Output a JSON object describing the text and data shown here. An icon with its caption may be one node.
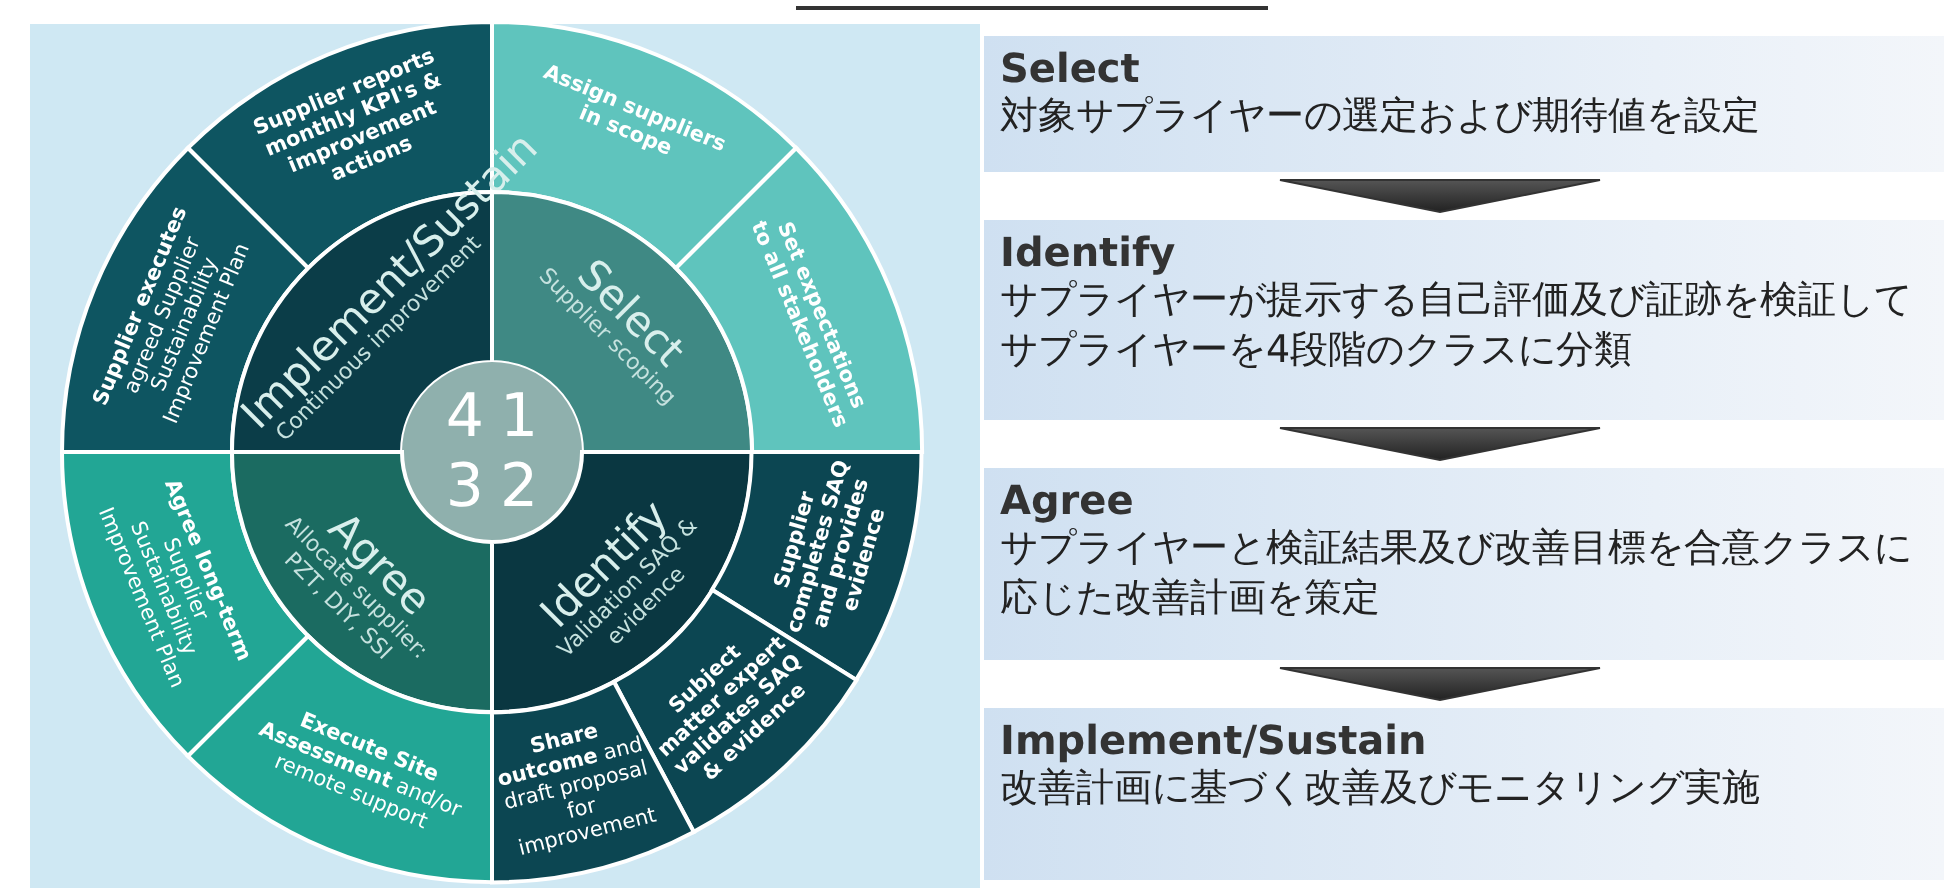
{
  "diagram": {
    "nodes": [
      {
        "text": [
          "Supplier reports monthly KPI's & improvement actions"
        ]
      },
      {
        "text": [
          "Assign suppliers in scope"
        ]
      },
      {
        "text": [
          "**Supplier executes** agreed Supplier Sustainability Improvement Plan"
        ]
      },
      {
        "text": [
          "Implement/Sustain",
          "Continuous improvement"
        ]
      },
      {
        "text": [
          "Select",
          "Supplier scoping"
        ]
      },
      {
        "text": [
          "Set expectations to all stakeholders"
        ]
      },
      {
        "text": [
          "4",
          "1",
          "3",
          "2"
        ]
      },
      {
        "text": [
          "**Agree long-term** Supplier Sustainability Improvement Plan"
        ]
      },
      {
        "text": [
          "Agree",
          "Allocate supplier: PZT, DIY, SSI"
        ]
      },
      {
        "text": [
          "Identify",
          "Validation SAQ & evidence"
        ]
      },
      {
        "text": [
          "Supplier completes SAQ and provides evidence"
        ]
      },
      {
        "text": [
          "Subject matter expert validates SAQ & evidence"
        ]
      },
      {
        "text": [
          "**Execute Site Assessment** and/or remote support"
        ]
      },
      {
        "text": [
          "**Share outcome** and draft proposal for improvement"
        ]
      },
      {
        "text": [
          "Select",
          "対象サプライヤーの選定および期待値を設定"
        ]
      },
      {
        "text": [
          "Identify",
          "サプライヤーが提示する自己評価及び証跡を検証してサプライヤーを4段階のクラスに分類"
        ]
      },
      {
        "text": [
          "Agree",
          "サプライヤーと検証結果及び改善目標を合意クラスに応じた改善計画を策定"
        ]
      },
      {
        "text": [
          "Implement/Sustain",
          "改善計画に基づく改善及びモニタリング実施"
        ]
      }
    ],
    "edges": [
      {
        "from": 14,
        "to": 15,
        "arrow": "to"
      },
      {
        "from": 15,
        "to": 16,
        "arrow": "to"
      },
      {
        "from": 16,
        "to": 17,
        "arrow": "to"
      }
    ]
  }
}
